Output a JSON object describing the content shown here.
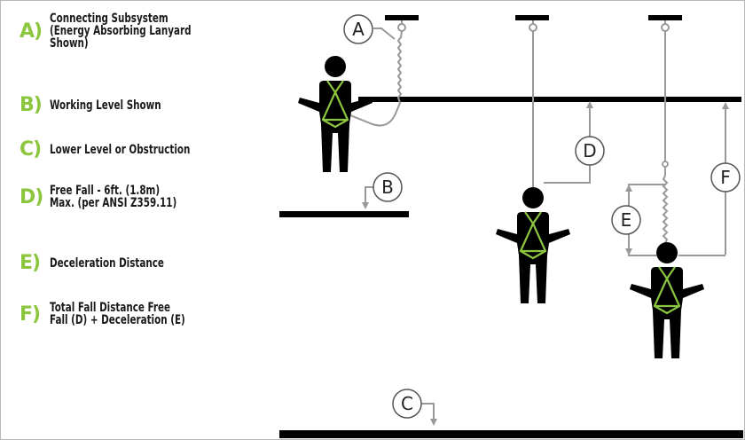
{
  "legend": [
    {
      "letter": "A)",
      "text": "Connecting Subsystem\n(Energy Absorbing Lanyard\nShown)"
    },
    {
      "letter": "B)",
      "text": "Working Level Shown"
    },
    {
      "letter": "C)",
      "text": "Lower Level or Obstruction"
    },
    {
      "letter": "D)",
      "text": "Free Fall - 6ft. (1.8m)\nMax. (per ANSI Z359.11)"
    },
    {
      "letter": "E)",
      "text": "Deceleration Distance"
    },
    {
      "letter": "F)",
      "text": "Total Fall Distance Free\nFall (D) + Deceleration (E)"
    }
  ],
  "callouts": {
    "a": "A",
    "b": "B",
    "c": "C",
    "d": "D",
    "e": "E",
    "f": "F"
  },
  "colors": {
    "accent": "#8cc63f",
    "figure": "#000000",
    "line": "#999999",
    "bar": "#000000"
  }
}
